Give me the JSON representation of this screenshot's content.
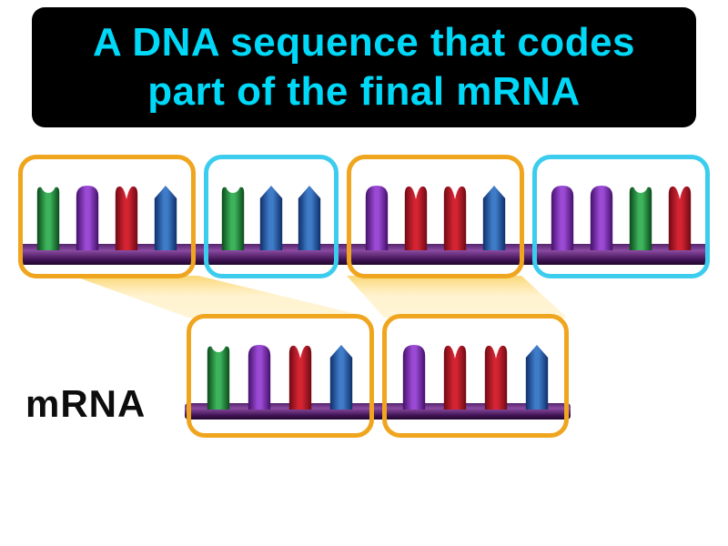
{
  "title": {
    "line1": "A DNA sequence that codes",
    "line2": "part of the final mRNA",
    "text_color": "#00d8f8",
    "bg_color": "#000000"
  },
  "colors": {
    "background": "#ffffff",
    "exon_box_border": "#f0a51e",
    "intron_box_border": "#3ccdee",
    "strand_bar_dark": "#3c1150",
    "strand_bar_light": "#8a4aa0",
    "beam": "#f7b500",
    "bases": {
      "green": {
        "edge": "#0a4a1a",
        "mid": "#3db45c"
      },
      "purple": {
        "edge": "#45106a",
        "mid": "#9a4ad4"
      },
      "red": {
        "edge": "#6e0a14",
        "mid": "#d42432"
      },
      "blue": {
        "edge": "#0f2f6a",
        "mid": "#3f7cc8"
      }
    }
  },
  "dna_strand": {
    "segments": [
      {
        "type": "exon",
        "bases": [
          "green",
          "purple",
          "red",
          "blue"
        ]
      },
      {
        "type": "intron",
        "bases": [
          "green",
          "blue",
          "blue"
        ]
      },
      {
        "type": "exon",
        "bases": [
          "purple",
          "red",
          "red",
          "blue"
        ]
      },
      {
        "type": "intron",
        "bases": [
          "purple",
          "purple",
          "green",
          "red"
        ]
      }
    ]
  },
  "mrna_strand": {
    "label": "mRNA",
    "segments": [
      {
        "type": "exon",
        "bases": [
          "green",
          "purple",
          "red",
          "blue"
        ]
      },
      {
        "type": "exon",
        "bases": [
          "purple",
          "red",
          "red",
          "blue"
        ]
      }
    ]
  }
}
